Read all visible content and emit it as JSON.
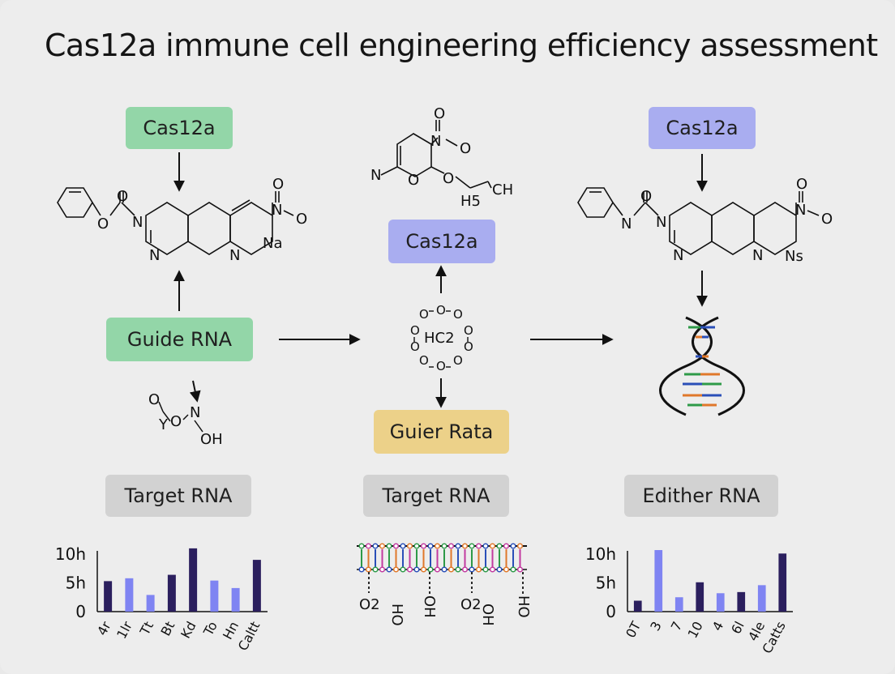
{
  "title": "Cas12a immune cell engineering efficiency assessment",
  "boxes": {
    "left_cas": "Cas12a",
    "left_guide": "Guide RNA",
    "center_cas": "Cas12a",
    "center_guier": "Guier Rata",
    "center_target": "Target RNA",
    "left_target": "Target RNA",
    "right_cas": "Cas12a",
    "right_edither": "Edither RNA"
  },
  "molecule_labels": {
    "left": {
      "o1": "O",
      "o2": "O",
      "n1": "N",
      "n2": "N",
      "n3": "N",
      "no2_n": "N",
      "no2_o1": "O",
      "no2_o2": "O",
      "na": "Na"
    },
    "center_top": {
      "o1": "O",
      "n_o": "N",
      "o2": "O",
      "o3": "O",
      "o4": "O",
      "n": "N",
      "h5": "H5",
      "ch": "CH"
    },
    "center_ring": {
      "core": "HC2",
      "o": "O"
    },
    "small_left": {
      "o": "O",
      "y": "Y",
      "o2": "O",
      "n": "N",
      "oh": "OH"
    },
    "right": {
      "o1": "O",
      "n0": "N",
      "n1": "N",
      "n2": "N",
      "n3": "N",
      "no2_n": "N",
      "no2_o1": "O",
      "no2_o2": "O",
      "ns": "Ns"
    },
    "ladder_bottom": [
      "O2",
      "HO",
      "OH",
      "O2",
      "OH",
      "HO"
    ]
  },
  "colors": {
    "dark_bar": "#2b1f5e",
    "light_bar": "#7f84f2",
    "green_box": "#93d6a8",
    "blue_box": "#a9adf0",
    "yellow_box": "#ecd189",
    "gray_box": "#d2d2d2"
  },
  "chart_data": [
    {
      "type": "bar",
      "title": "",
      "xlabel": "",
      "ylabel": "",
      "y_tick_labels": [
        "10h",
        "5h",
        "0"
      ],
      "ylim": [
        0,
        10
      ],
      "categories": [
        "4r",
        "1lr",
        "Tt",
        "Bt",
        "Kd",
        "To",
        "Hn",
        "Caltt"
      ],
      "values": [
        5.3,
        5.8,
        2.9,
        6.4,
        11.0,
        5.4,
        4.1,
        9.0
      ],
      "bar_colors": [
        "dark",
        "light",
        "light",
        "dark",
        "dark",
        "light",
        "light",
        "dark"
      ]
    },
    {
      "type": "bar",
      "title": "",
      "xlabel": "",
      "ylabel": "",
      "y_tick_labels": [
        "10h",
        "5h",
        "0"
      ],
      "ylim": [
        0,
        10
      ],
      "categories": [
        "0T",
        "3",
        "7",
        "10",
        "4",
        "6l",
        "4le",
        "Catts"
      ],
      "values": [
        1.9,
        10.7,
        2.5,
        5.1,
        3.2,
        3.4,
        4.6,
        10.1
      ],
      "bar_colors": [
        "dark",
        "light",
        "light",
        "dark",
        "light",
        "dark",
        "light",
        "dark"
      ]
    }
  ]
}
